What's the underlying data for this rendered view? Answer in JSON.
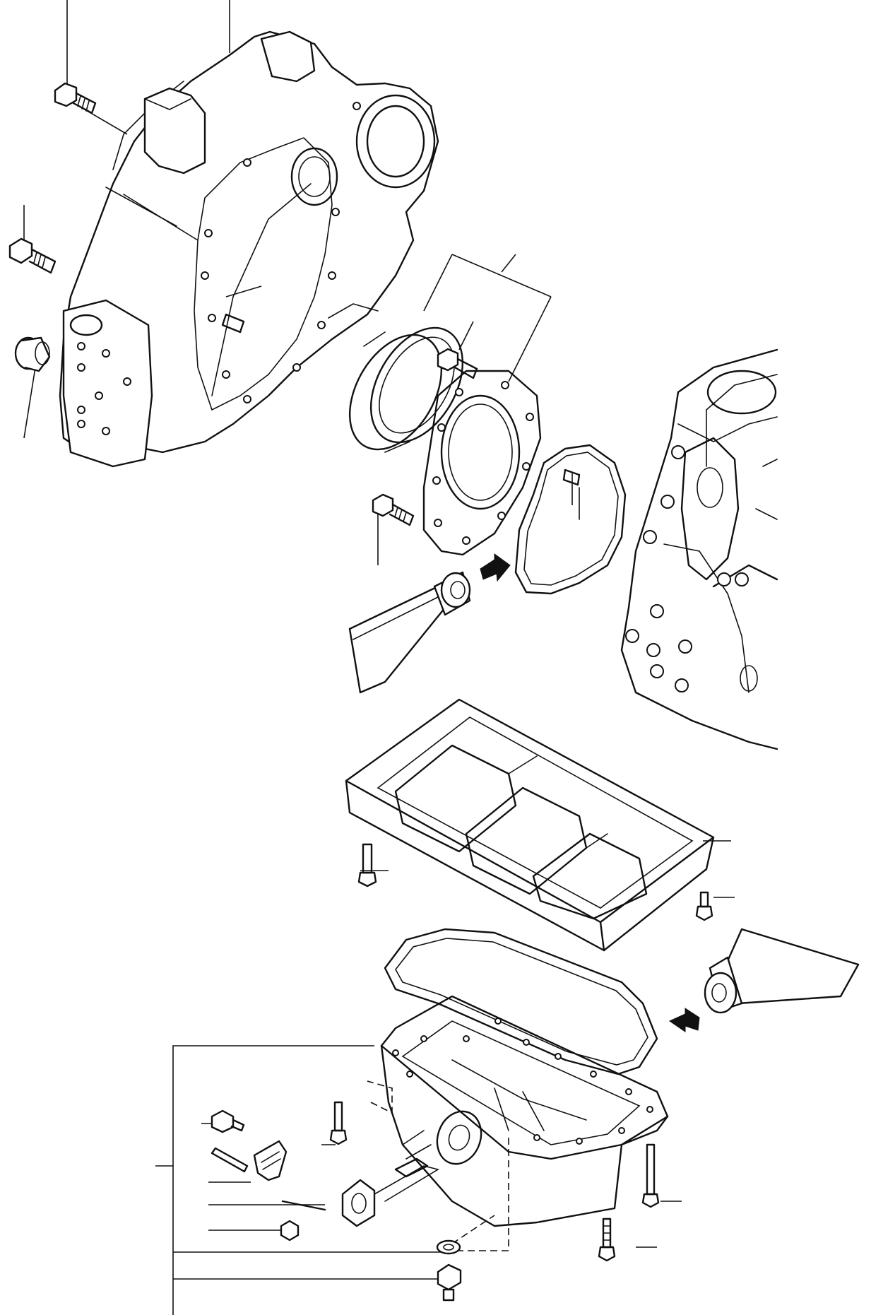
{
  "diagram": {
    "kind": "exploded-parts-view",
    "components": [
      "flywheel-housing",
      "rear-oil-seal",
      "rear-seal-housing",
      "housing-gasket",
      "cylinder-block",
      "oil-pan-spacer",
      "oil-pan-gasket",
      "oil-pan",
      "drain-plug",
      "sealant-tube-upper",
      "sealant-tube-lower",
      "oil-level-gauge"
    ],
    "colors": {
      "line": "#111111",
      "background": "#ffffff"
    }
  }
}
